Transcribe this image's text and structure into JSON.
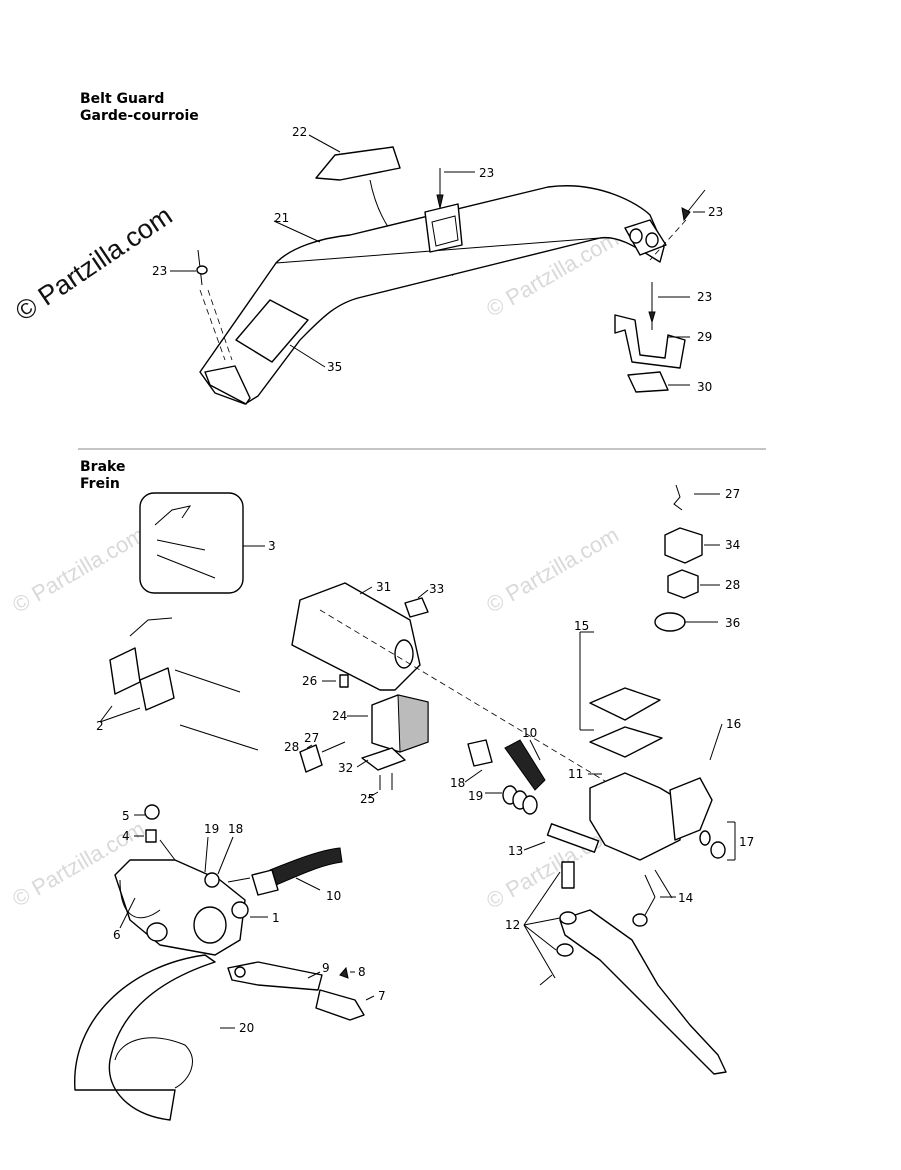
{
  "sections": {
    "belt_guard": {
      "title_en": "Belt Guard",
      "title_fr": "Garde-courroie"
    },
    "brake": {
      "title_en": "Brake",
      "title_fr": "Frein"
    }
  },
  "watermark": {
    "main": "© Partzilla.com",
    "faint": "© Partzilla.com"
  },
  "callouts": {
    "belt_guard": [
      "22",
      "23",
      "21",
      "23",
      "23",
      "23",
      "35",
      "29",
      "30"
    ],
    "brake": [
      "27",
      "3",
      "34",
      "31",
      "33",
      "28",
      "36",
      "15",
      "2",
      "26",
      "24",
      "16",
      "27",
      "28",
      "10",
      "32",
      "11",
      "25",
      "18",
      "19",
      "17",
      "5",
      "19",
      "18",
      "4",
      "13",
      "14",
      "10",
      "1",
      "12",
      "6",
      "9",
      "8",
      "7",
      "20"
    ]
  }
}
